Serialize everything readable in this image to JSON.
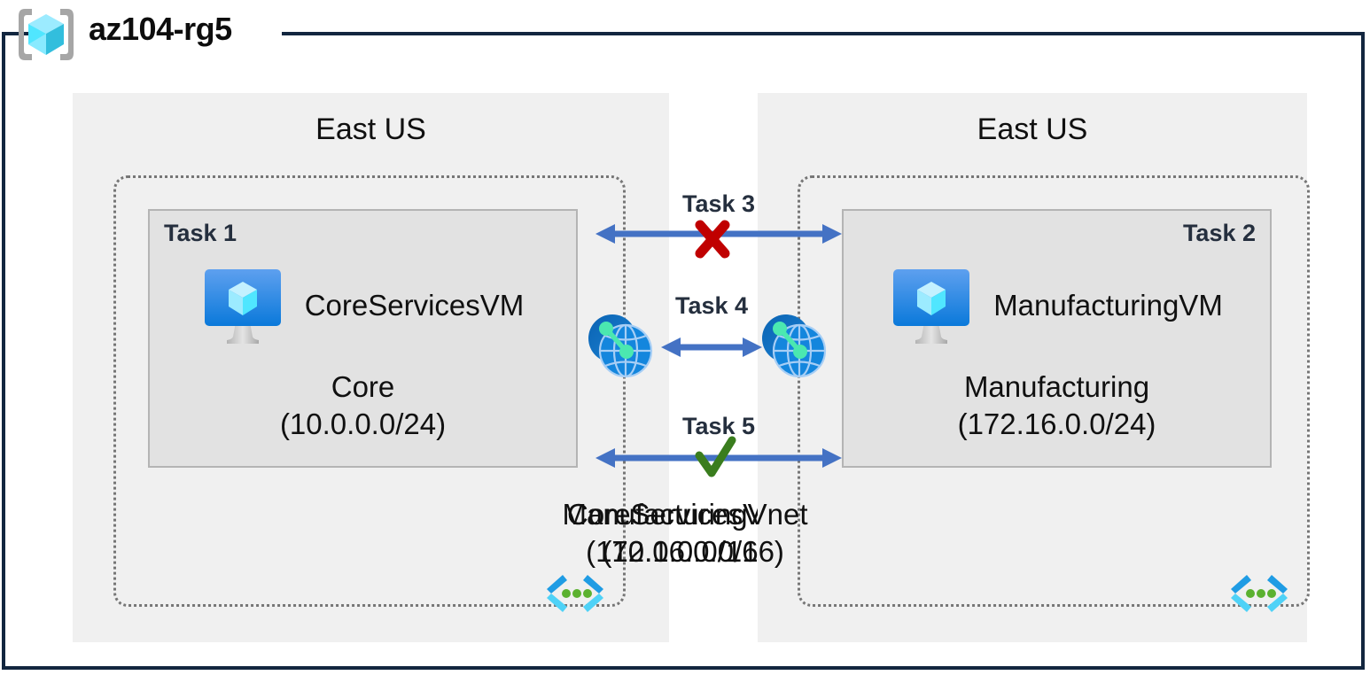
{
  "resource_group": {
    "name": "az104-rg5",
    "icon": "azure-resource-group-cube-icon"
  },
  "regions": [
    {
      "id": "left",
      "label": "East US"
    },
    {
      "id": "right",
      "label": "East US"
    }
  ],
  "vnets": [
    {
      "id": "core",
      "task_tag": "Task 1",
      "vnet_name": "CoreServicesVnet",
      "vnet_cidr": "(10.0.0.0/16)",
      "subnet_name": "Core",
      "subnet_cidr": "(10.0.0.0/24)",
      "vm_name": "CoreServicesVM",
      "vm_icon": "virtual-machine-icon",
      "vnet_icon": "virtual-network-icon"
    },
    {
      "id": "manufacturing",
      "task_tag": "Task 2",
      "vnet_name": "ManufacturingVnet",
      "vnet_cidr": "(172.16.0.0/16)",
      "subnet_name": "Manufacturing",
      "subnet_cidr": "(172.16.0.0/24)",
      "vm_name": "ManufacturingVM",
      "vm_icon": "virtual-machine-icon",
      "vnet_icon": "virtual-network-icon"
    }
  ],
  "connections": [
    {
      "id": "task3",
      "label": "Task 3",
      "marker": "red-x-icon",
      "marker_color": "#C00000",
      "direction": "bidirectional"
    },
    {
      "id": "task4",
      "label": "Task 4",
      "marker": "none",
      "marker_color": "",
      "direction": "bidirectional"
    },
    {
      "id": "task5",
      "label": "Task 5",
      "marker": "green-check-icon",
      "marker_color": "#3A7D1E",
      "direction": "bidirectional"
    }
  ],
  "peering_icons": [
    {
      "id": "peer-left",
      "name": "vnet-peering-icon"
    },
    {
      "id": "peer-right",
      "name": "vnet-peering-icon"
    }
  ],
  "colors": {
    "frame": "#12263f",
    "region_bg": "#f0f0f0",
    "subnet_bg": "#e2e2e2",
    "subnet_border": "#b4b4b4",
    "vnet_border": "#767676",
    "arrow": "#4472C4",
    "deny": "#C00000",
    "allow": "#3A7D1E",
    "azure_blue": "#0A79DA",
    "cube_cyan": "#50E6FF",
    "vnet_green": "#5BB12F"
  }
}
